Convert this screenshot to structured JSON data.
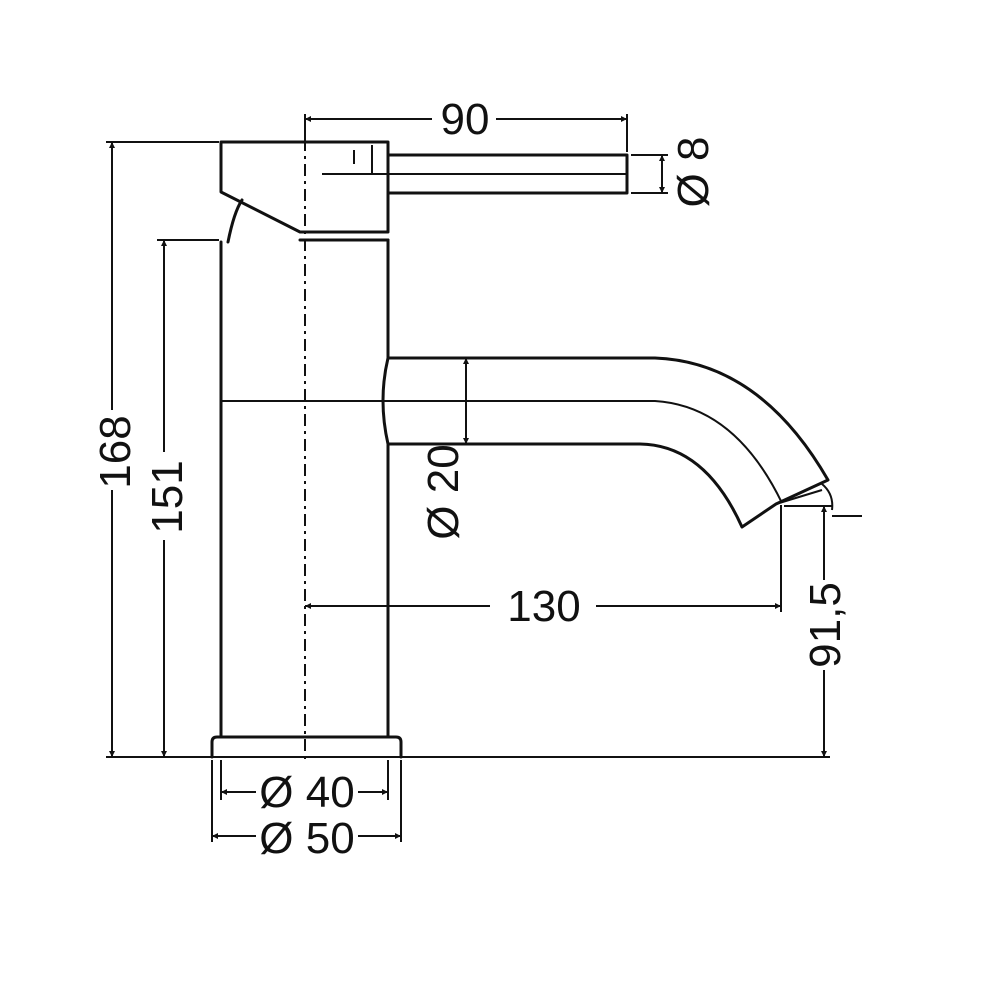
{
  "dimensions": {
    "lever_length": "90",
    "lever_diameter": "Ø 8",
    "total_height": "168",
    "body_height": "151",
    "spout_diameter": "Ø 20",
    "spout_reach": "130",
    "spout_height": "91,5",
    "body_diameter": "Ø 40",
    "base_diameter": "Ø 50"
  }
}
